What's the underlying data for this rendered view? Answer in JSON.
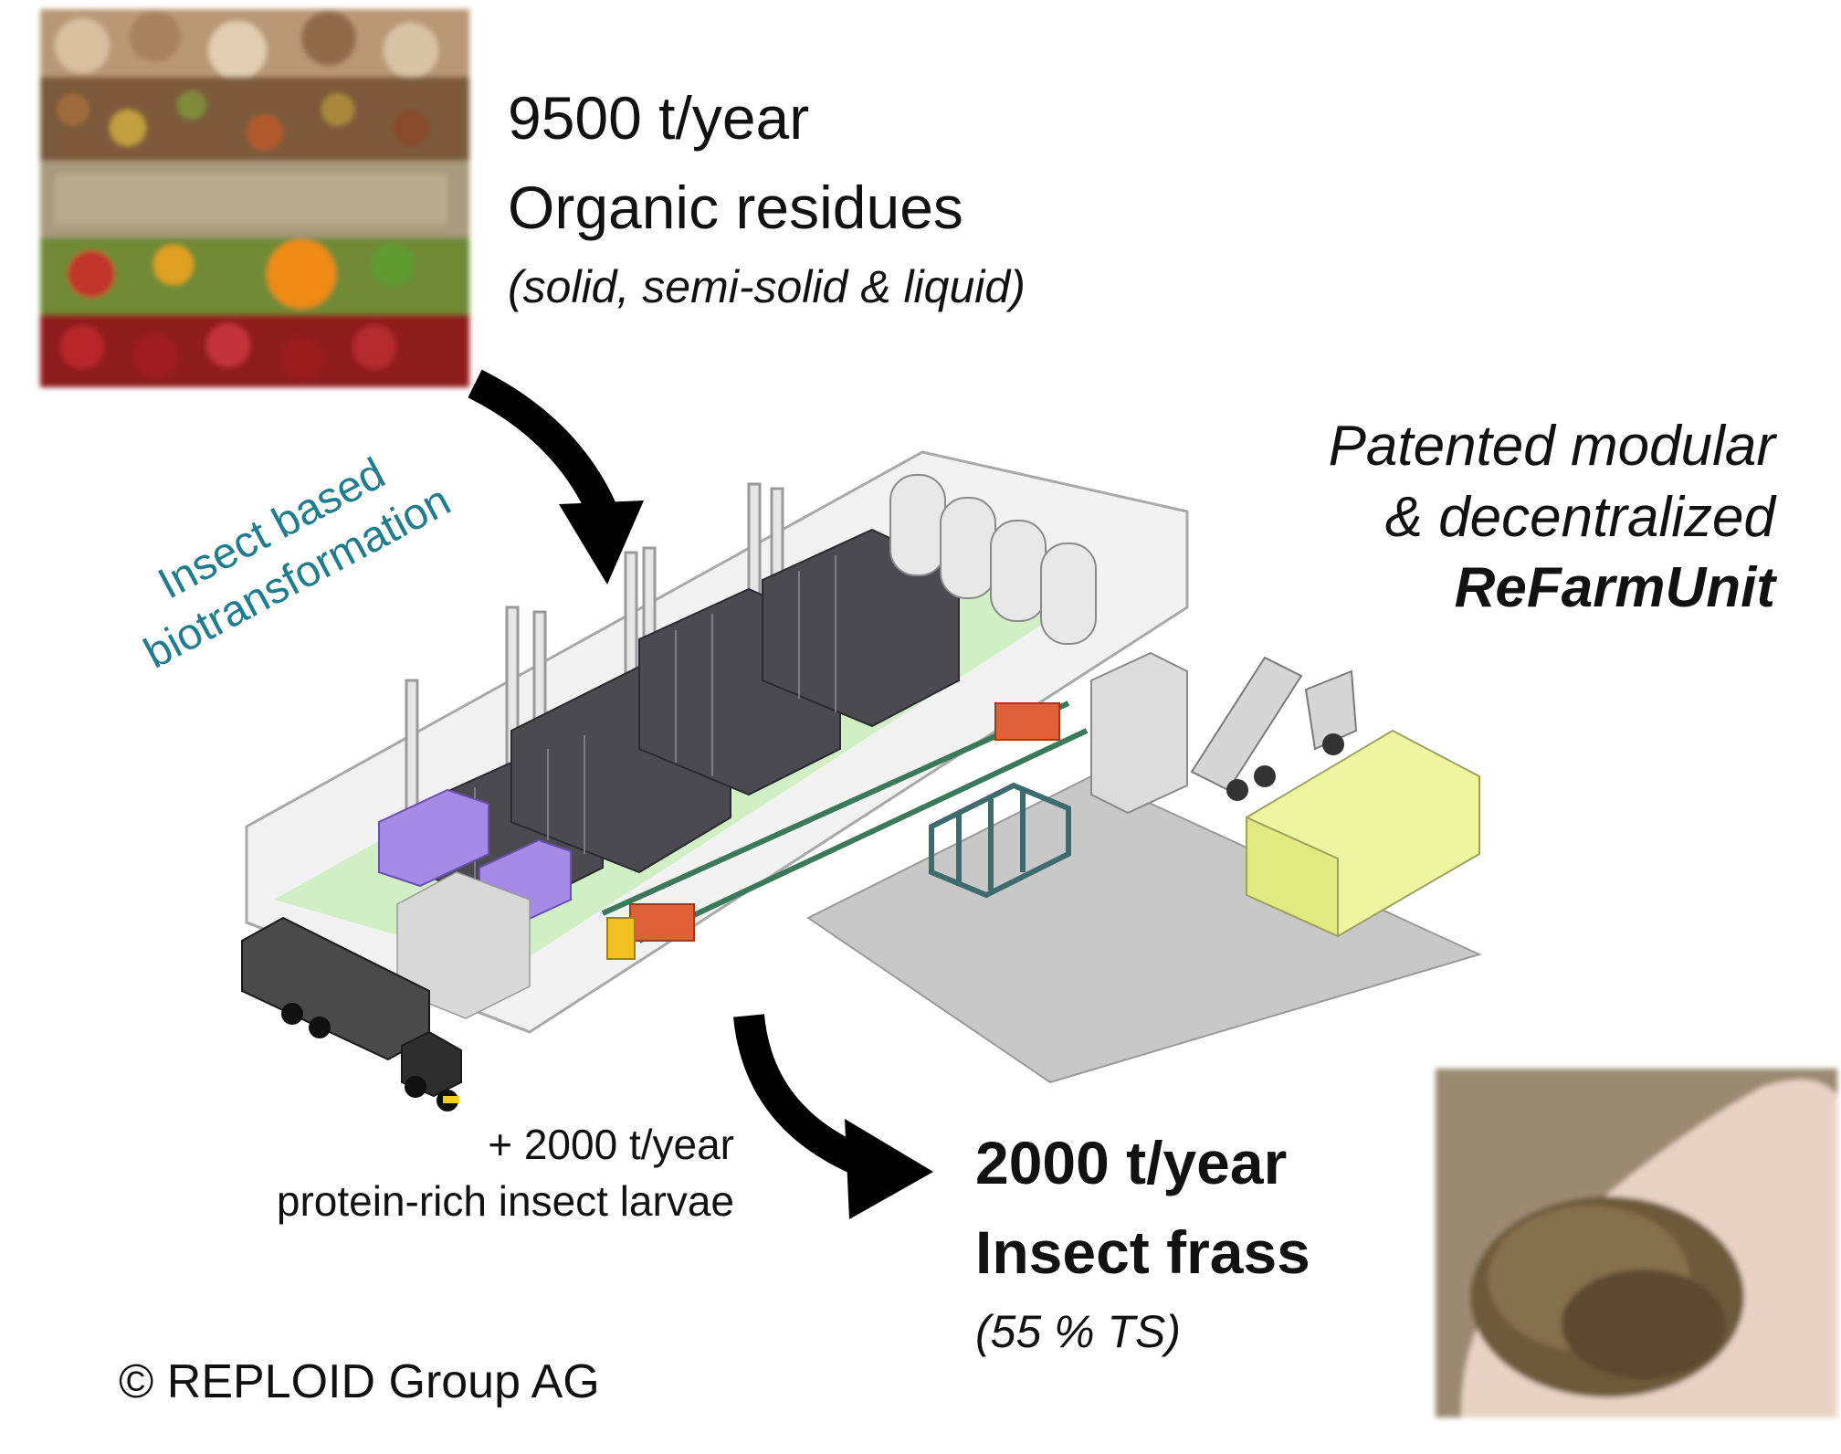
{
  "input": {
    "quantity": "9500 t/year",
    "name": "Organic residues",
    "note": "(solid, semi-solid & liquid)"
  },
  "plant": {
    "line1": "Patented modular",
    "line2": "& decentralized",
    "line3": "ReFarmUnit"
  },
  "process": {
    "line1": "Insect based",
    "line2": "biotransformation"
  },
  "output_larvae": {
    "line1": "+ 2000 t/year",
    "line2": "protein-rich insect larvae"
  },
  "output_frass": {
    "quantity": "2000 t/year",
    "name": "Insect frass",
    "note": "(55 % TS)"
  },
  "copyright": "© REPLOID Group AG",
  "colors": {
    "process_label": "#1f7d8f",
    "arrow": "#000000",
    "rack": "#4a4a50",
    "floor_green": "#cdeec0",
    "floor_gray": "#c8c8c8",
    "silo_yellow": "#eef5a0",
    "bin_purple": "#a58be6",
    "crate_teal": "#3e6b6e"
  }
}
